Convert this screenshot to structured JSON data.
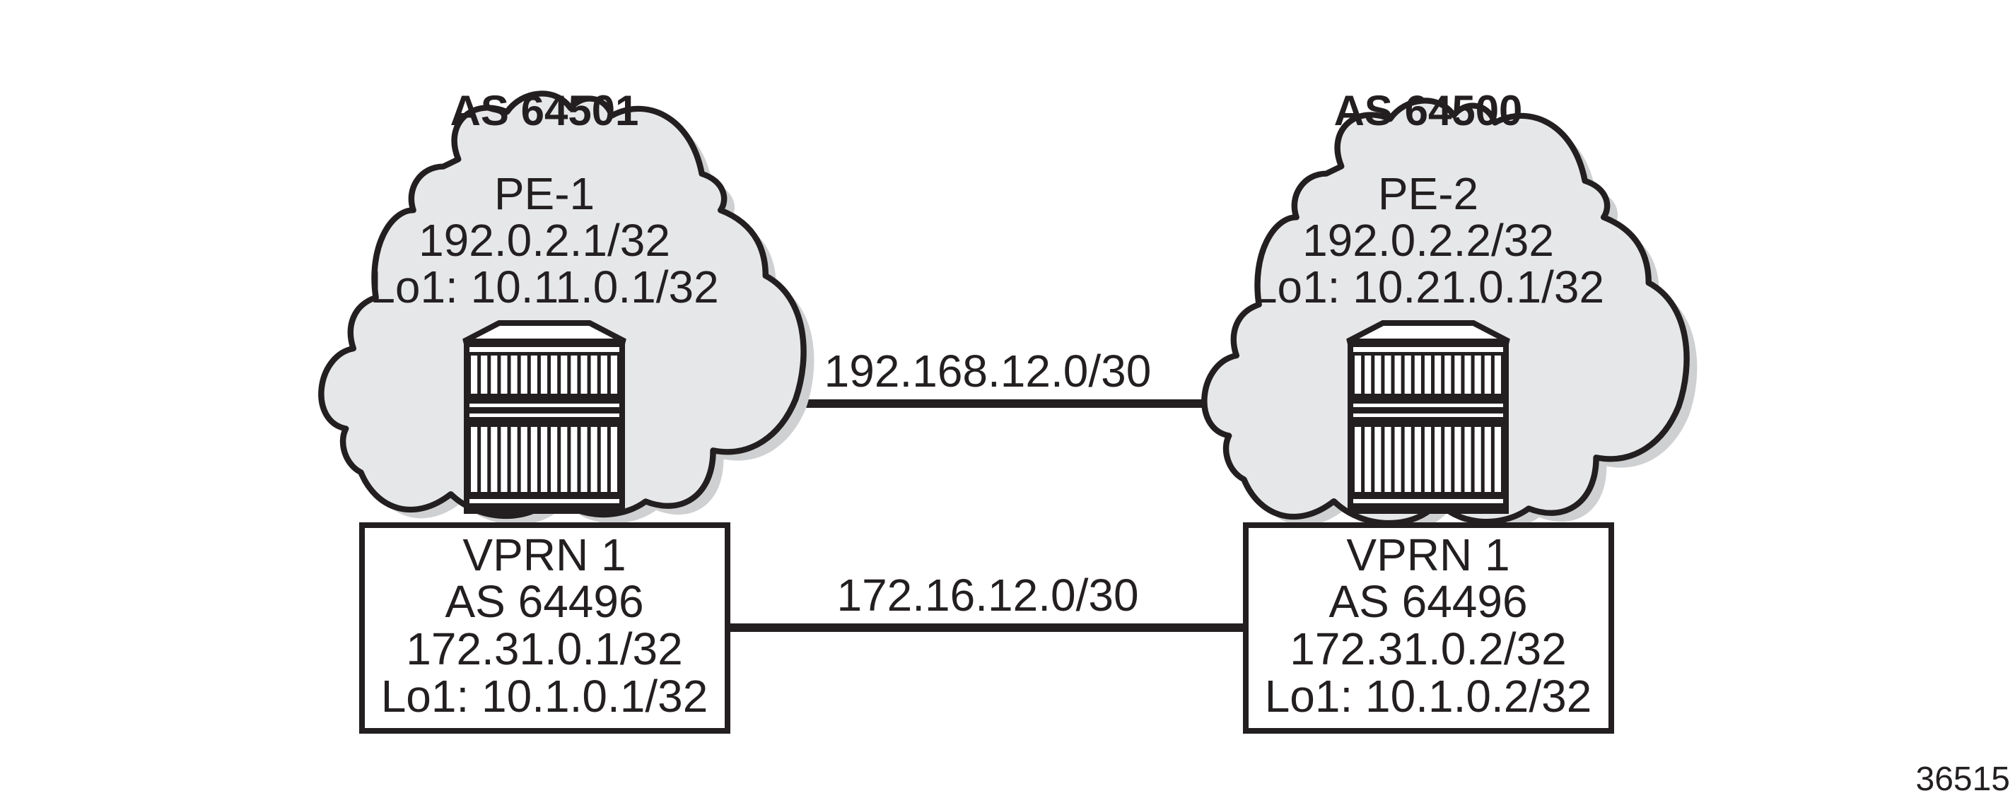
{
  "figure_id": "36515",
  "nodes": [
    {
      "as_label": "AS 64501",
      "router_name": "PE-1",
      "system_address": "192.0.2.1/32",
      "loopback": "Lo1: 10.11.0.1/32",
      "vprn": {
        "name": "VPRN 1",
        "as_label": "AS 64496",
        "address": "172.31.0.1/32",
        "loopback": "Lo1: 10.1.0.1/32"
      }
    },
    {
      "as_label": "AS 64500",
      "router_name": "PE-2",
      "system_address": "192.0.2.2/32",
      "loopback": "Lo1: 10.21.0.1/32",
      "vprn": {
        "name": "VPRN 1",
        "as_label": "AS 64496",
        "address": "172.31.0.2/32",
        "loopback": "Lo1: 10.1.0.2/32"
      }
    }
  ],
  "links": {
    "core": "192.168.12.0/30",
    "vprn": "172.16.12.0/30"
  },
  "colors": {
    "stroke": "#231f20",
    "cloud_fill": "#e6e7e9",
    "cloud_shadow": "#cfd0d2"
  }
}
